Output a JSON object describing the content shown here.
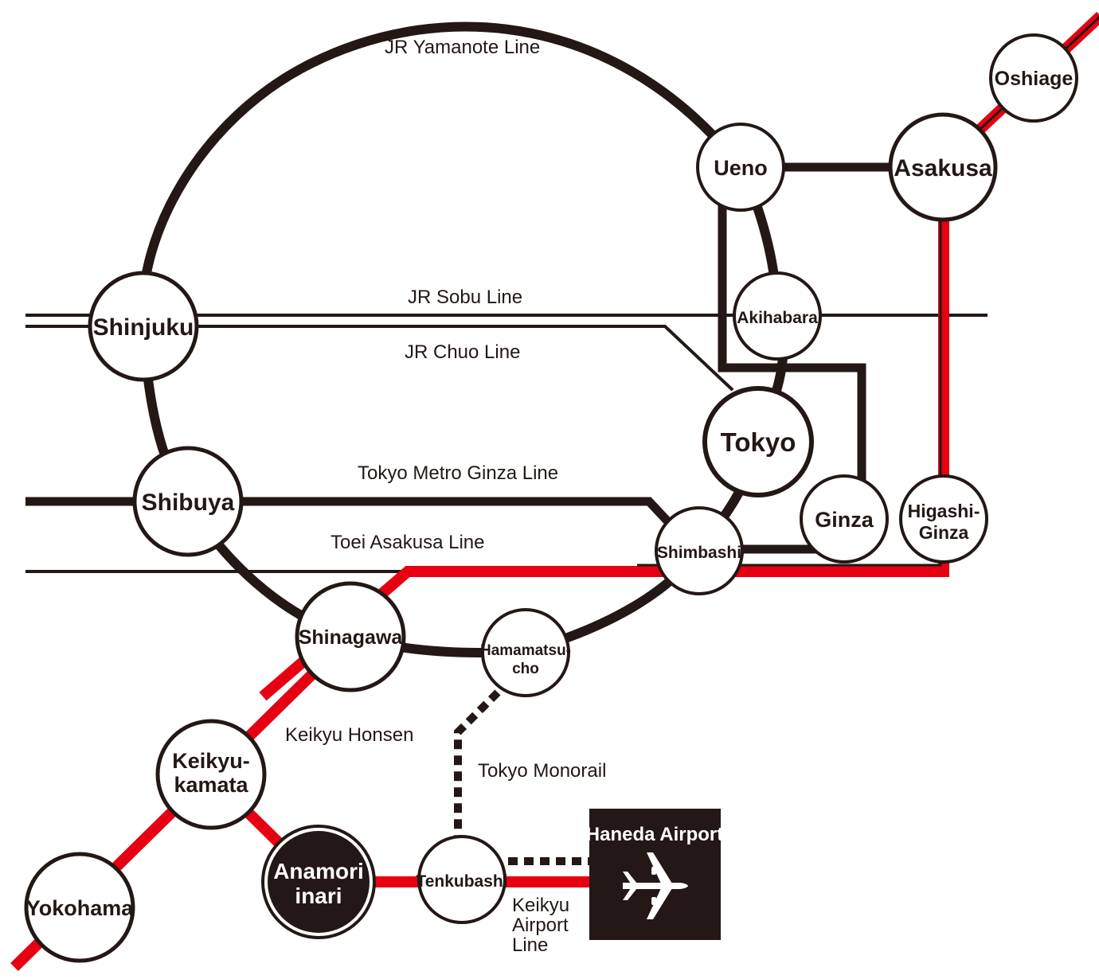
{
  "colors": {
    "ink": "#231815",
    "keikyu_red": "#e60012",
    "background": "#ffffff"
  },
  "line_labels": {
    "yamanote": "JR Yamanote Line",
    "sobu": "JR Sobu Line",
    "chuo": "JR Chuo Line",
    "ginza": "Tokyo Metro Ginza Line",
    "asakusa": "Toei Asakusa Line",
    "keikyu_honsen": "Keikyu Honsen",
    "monorail": "Tokyo Monorail",
    "airport_line_1": "Keikyu",
    "airport_line_2": "Airport",
    "airport_line_3": "Line"
  },
  "stations": {
    "oshiage": "Oshiage",
    "ueno": "Ueno",
    "asakusa": "Asakusa",
    "shinjuku": "Shinjuku",
    "akihabara": "Akihabara",
    "tokyo": "Tokyo",
    "shibuya": "Shibuya",
    "ginza": "Ginza",
    "higashi_ginza_1": "Higashi-",
    "higashi_ginza_2": "Ginza",
    "shimbashi": "Shimbashi",
    "shinagawa": "Shinagawa",
    "hamamatsucho_1": "Hamamatsu-",
    "hamamatsucho_2": "cho",
    "keikyu_kamata_1": "Keikyu-",
    "keikyu_kamata_2": "kamata",
    "anamori_inari_1": "Anamori",
    "anamori_inari_2": "inari",
    "tenkubashi": "Tenkubashi",
    "yokohama": "Yokohama"
  },
  "airport": {
    "name": "Haneda Airport",
    "icon": "airplane-icon"
  }
}
